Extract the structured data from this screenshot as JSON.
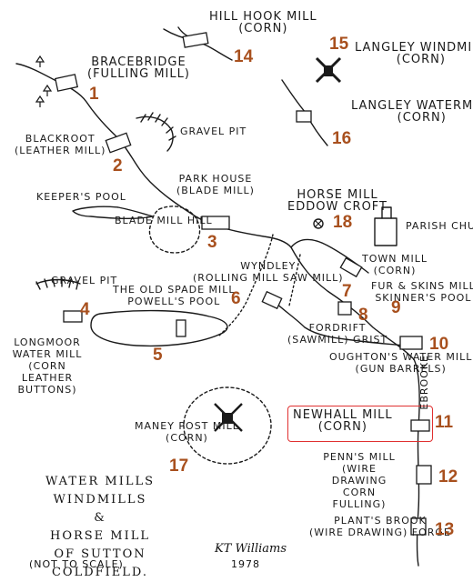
{
  "title": {
    "line1": "WATER MILLS",
    "line2": "WINDMILLS",
    "line3": "&",
    "line4": "HORSE MILL",
    "line5": "OF SUTTON COLDFIELD.",
    "line6": "(NOT TO SCALE)"
  },
  "signature": "KT Williams",
  "year": "1978",
  "mills": [
    {
      "num": "1",
      "name": "BRACEBRIDGE",
      "sub": "(FULLING MILL)"
    },
    {
      "num": "2",
      "name": "BLACKROOT",
      "sub": "(LEATHER MILL)"
    },
    {
      "num": "3",
      "name": "PARK HOUSE",
      "sub": "(BLADE MILL)"
    },
    {
      "num": "4",
      "name": "LONGMOOR WATER MILL",
      "sub": "(CORN LEATHER BUTTONS)"
    },
    {
      "num": "5",
      "name": "THE OLD SPADE MILL",
      "sub": "POWELL'S POOL"
    },
    {
      "num": "6",
      "name": "WYNDLEY",
      "sub": "(ROLLING MILL SAW MILL)"
    },
    {
      "num": "7",
      "name": "TOWN MILL",
      "sub": "(CORN)"
    },
    {
      "num": "8",
      "name": "FORDRIFT",
      "sub": "(SAWMILL) GRIST"
    },
    {
      "num": "9",
      "name": "FUR & SKINS MILL",
      "sub": "SKINNER'S POOL"
    },
    {
      "num": "10",
      "name": "OUGHTON'S WATER MILL",
      "sub": "(GUN BARRELS)"
    },
    {
      "num": "11",
      "name": "NEWHALL MILL",
      "sub": "(CORN)"
    },
    {
      "num": "12",
      "name": "PENN'S MILL",
      "sub": "(WIRE DRAWING CORN FULLING)"
    },
    {
      "num": "13",
      "name": "PLANT'S BROOK",
      "sub": "(WIRE DRAWING) FORGE"
    },
    {
      "num": "14",
      "name": "HILL HOOK MILL",
      "sub": "(CORN)"
    },
    {
      "num": "15",
      "name": "LANGLEY WINDMILL",
      "sub": "(CORN)"
    },
    {
      "num": "16",
      "name": "LANGLEY WATERMILL",
      "sub": "(CORN)"
    },
    {
      "num": "17",
      "name": "MANEY POST MILL",
      "sub": "(CORN)"
    },
    {
      "num": "18",
      "name": "HORSE MILL",
      "sub": "EDDOW CROFT"
    }
  ],
  "features": {
    "gravel_pit_1": "GRAVEL PIT",
    "gravel_pit_2": "GRAVEL PIT",
    "keepers_pool": "KEEPER'S POOL",
    "blade_mill_hill": "BLADE MILL HILL",
    "parish_church": "PARISH CHURCH",
    "ebrooke": "EBROOKE"
  },
  "colors": {
    "number": "#a8501e",
    "highlight": "#e03030",
    "ink": "#1a1a1a"
  }
}
